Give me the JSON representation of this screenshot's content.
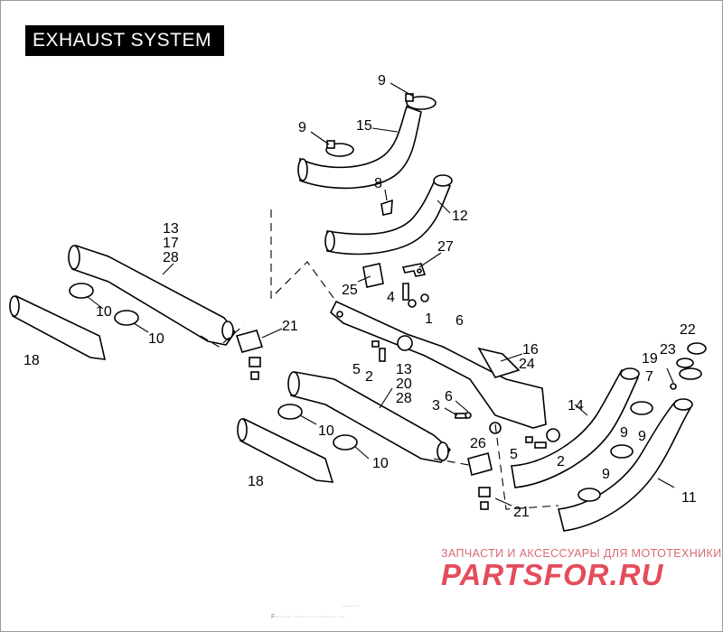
{
  "title": "EXHAUST SYSTEM",
  "callouts": {
    "c9a": "9",
    "c9b": "9",
    "c15": "15",
    "c8": "8",
    "c12": "12",
    "c13a": "13",
    "c17": "17",
    "c28a": "28",
    "c27": "27",
    "c25": "25",
    "c4": "4",
    "c1": "1",
    "c6a": "6",
    "c10a": "10",
    "c10b": "10",
    "c18a": "18",
    "c21a": "21",
    "c5a": "5",
    "c2a": "2",
    "c13b": "13",
    "c20": "20",
    "c28b": "28",
    "c16": "16",
    "c24": "24",
    "c22": "22",
    "c23": "23",
    "c19": "19",
    "c7": "7",
    "c3": "3",
    "c6b": "6",
    "c14": "14",
    "c9c": "9",
    "c9d": "9",
    "c9e": "9",
    "c10c": "10",
    "c10d": "10",
    "c26": "26",
    "c5b": "5",
    "c2b": "2",
    "c18b": "18",
    "c11": "11",
    "c21b": "21"
  },
  "watermark": {
    "tagline": "ЗАПЧАСТИ И АКСЕССУАРЫ ДЛЯ МОТОТЕХНИКИ",
    "brand": "PARTSFOR.RU"
  },
  "footer": {
    "line1": "········",
    "line2": "F········ ········ ··· ········ ···"
  },
  "colors": {
    "title_bg": "#000000",
    "title_fg": "#ffffff",
    "watermark": "#e44c5c"
  }
}
